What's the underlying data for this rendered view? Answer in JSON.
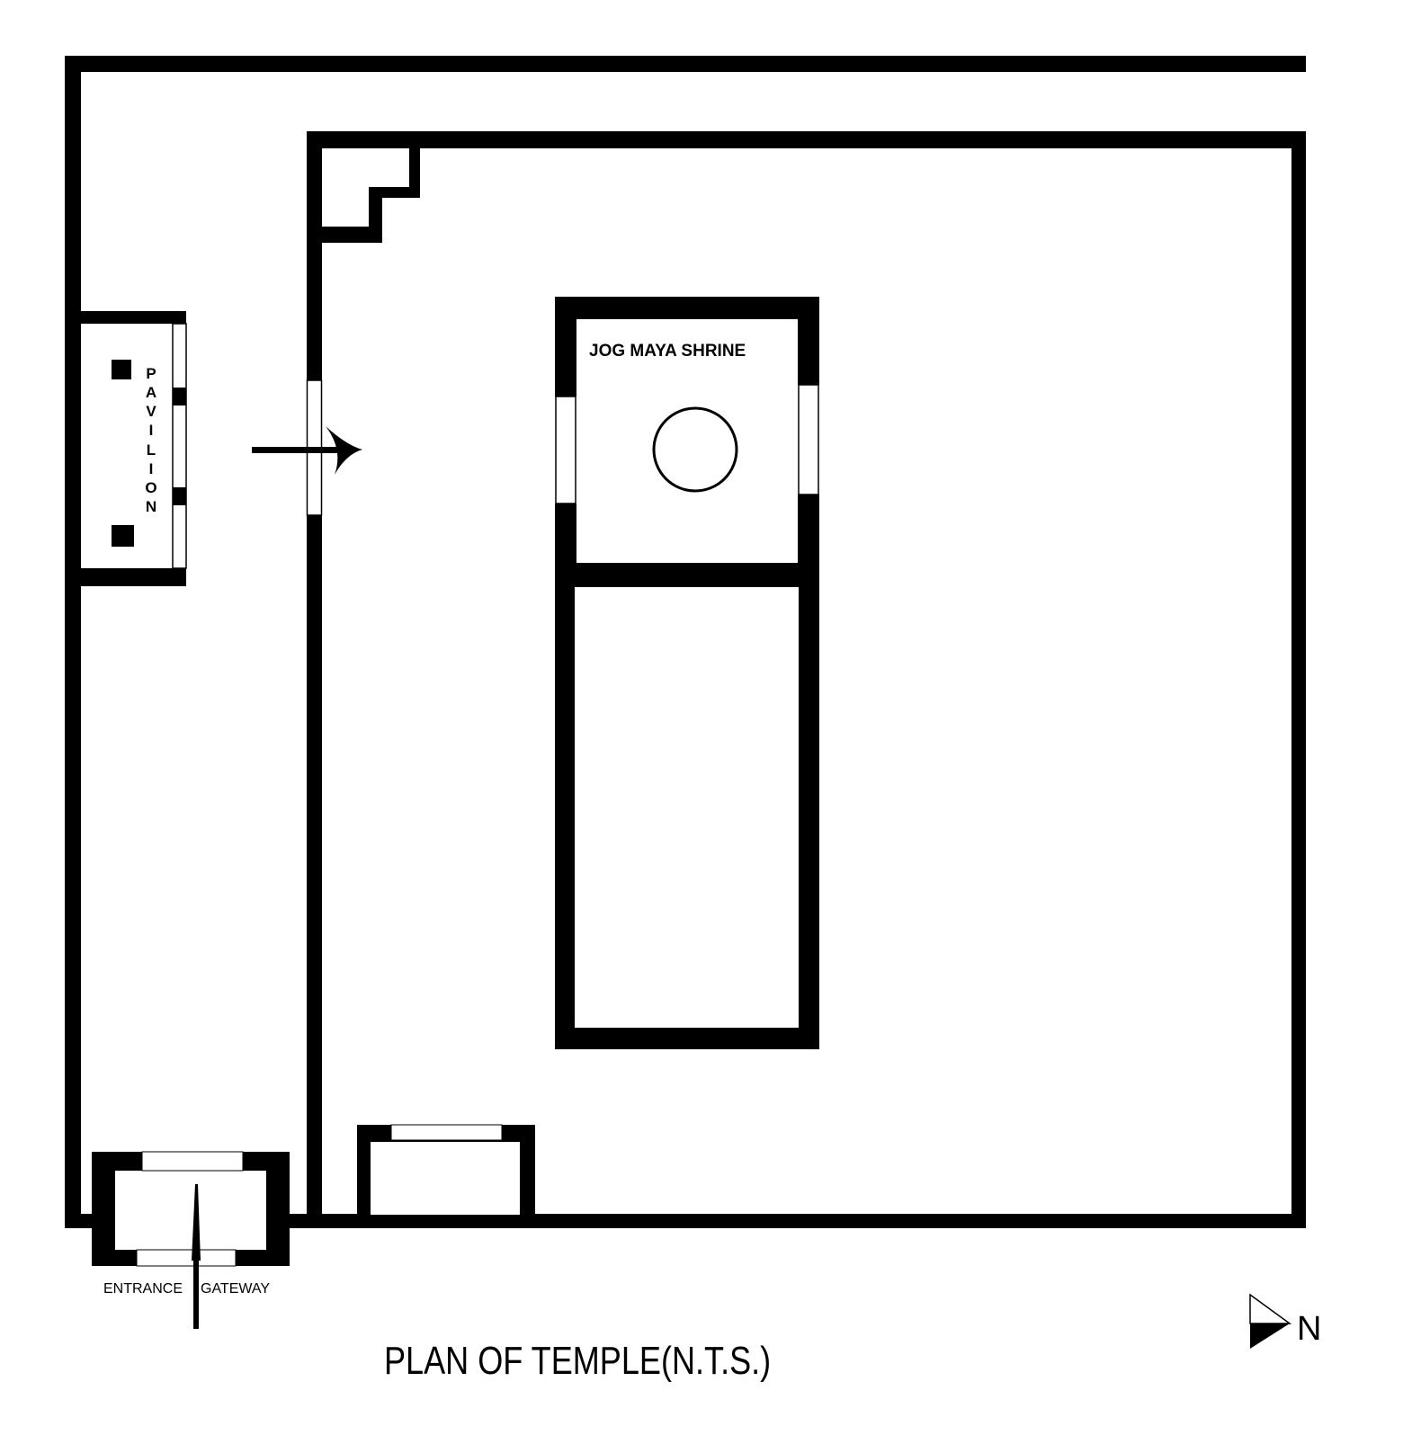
{
  "labels": {
    "shrine": "JOG MAYA SHRINE",
    "pavilion_letters": [
      "P",
      "A",
      "V",
      "I",
      "L",
      "I",
      "O",
      "N"
    ],
    "pavilion": "PAVILION",
    "entrance_left": "ENTRANCE",
    "entrance_right": "GATEWAY",
    "title": "PLAN OF TEMPLE(N.T.S.)",
    "north": "N"
  },
  "colors": {
    "wall": "#000000",
    "background": "#ffffff"
  }
}
